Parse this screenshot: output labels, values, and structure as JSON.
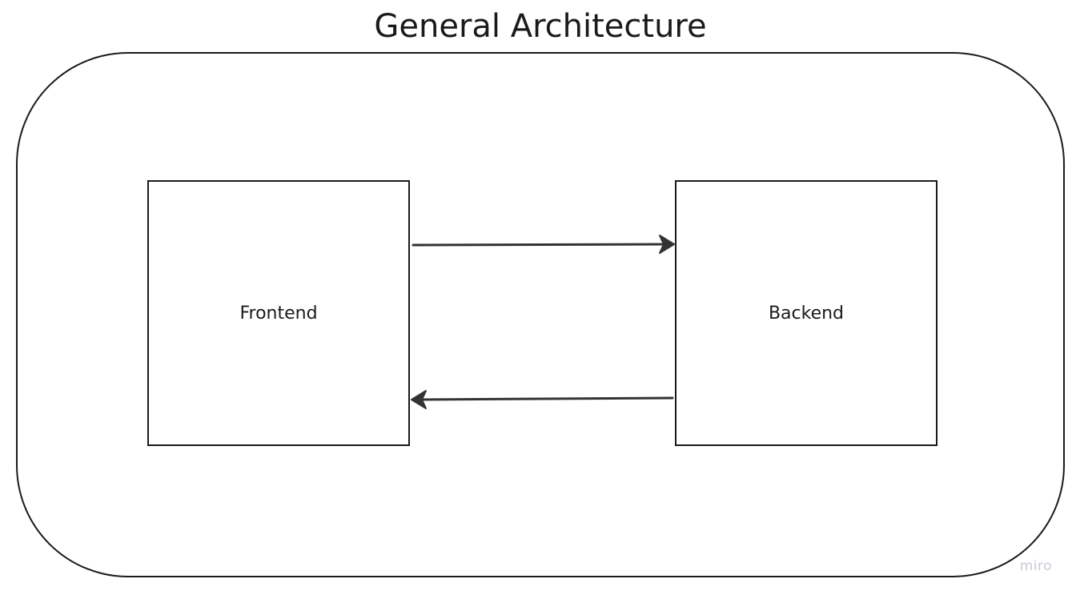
{
  "title": "General Architecture",
  "nodes": {
    "frontend": {
      "label": "Frontend"
    },
    "backend": {
      "label": "Backend"
    }
  },
  "edges": [
    {
      "from": "Frontend",
      "to": "Backend"
    },
    {
      "from": "Backend",
      "to": "Frontend"
    }
  ],
  "watermark": "miro",
  "colors": {
    "stroke": "#1a1a1a",
    "arrow": "#333333",
    "watermark": "#c9cbd6",
    "background": "#ffffff"
  }
}
